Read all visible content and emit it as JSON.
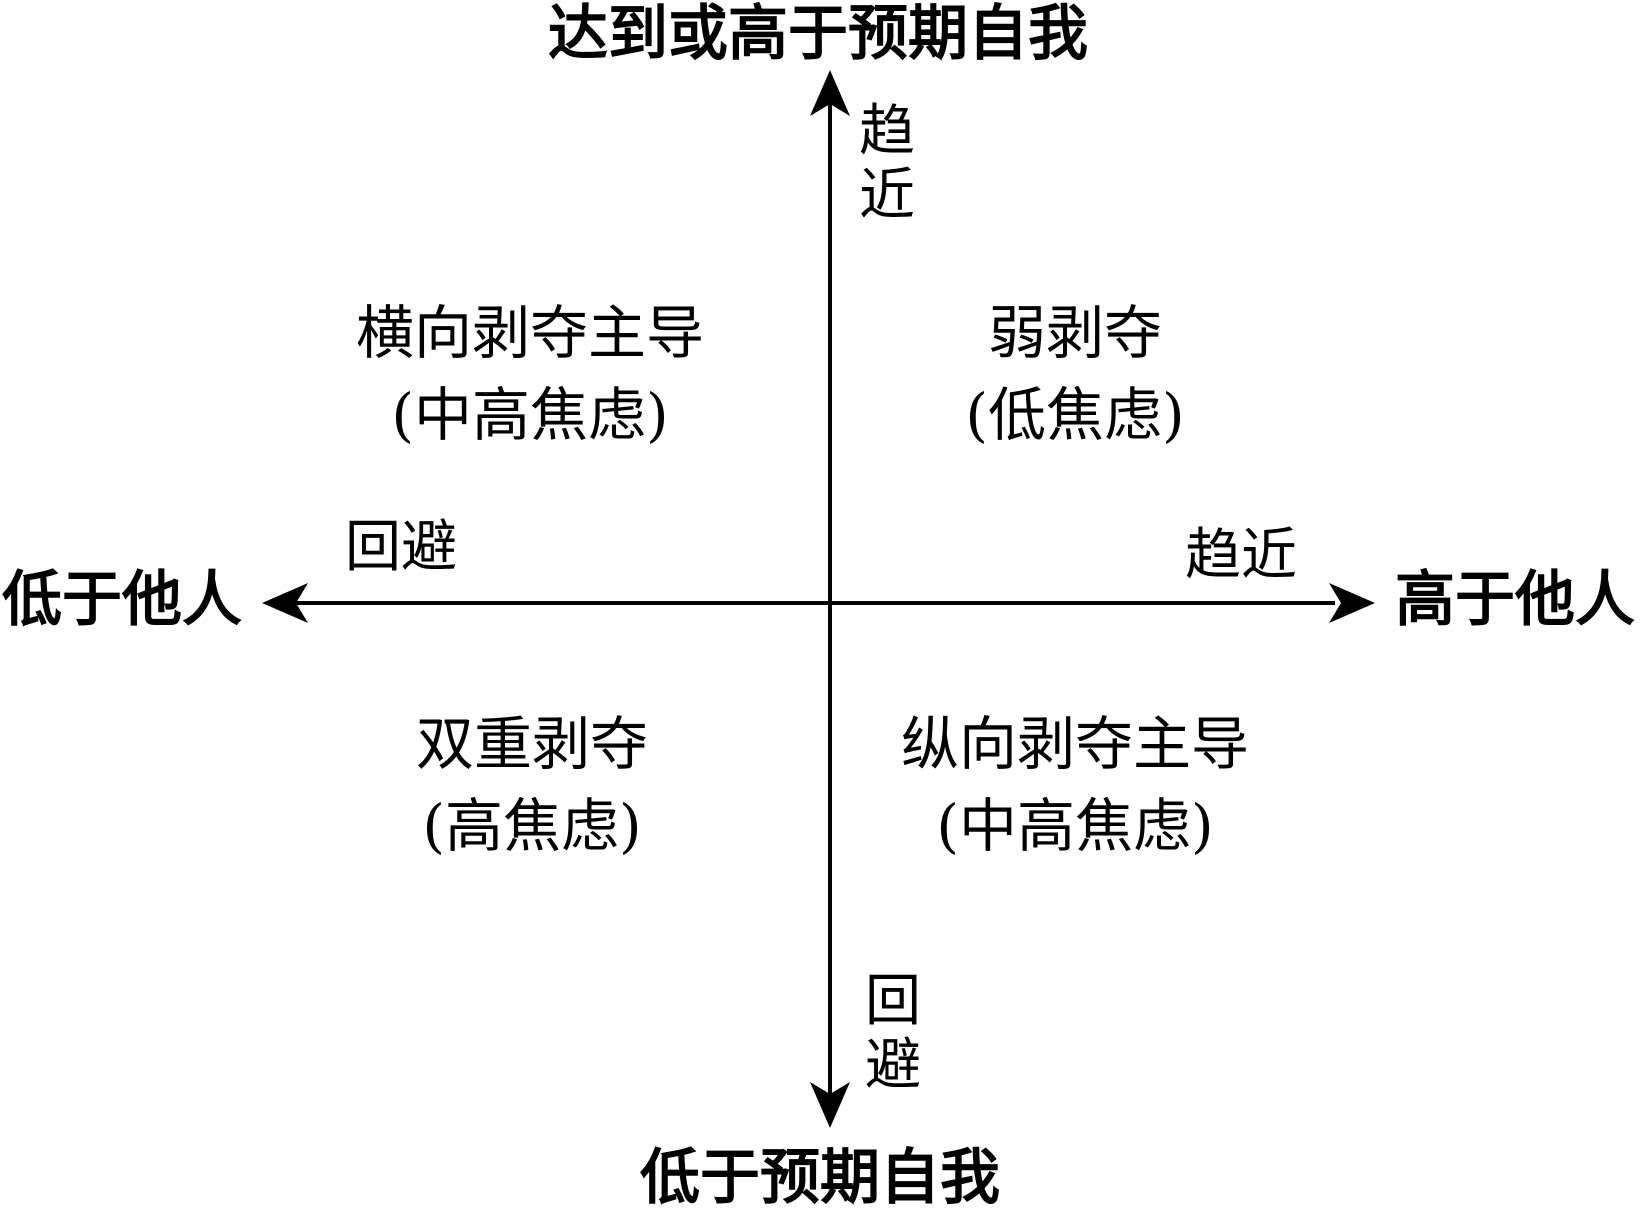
{
  "axes": {
    "top": "达到或高于预期自我",
    "bottom": "低于预期自我",
    "left": "低于他人",
    "right": "高于他人"
  },
  "directions": {
    "up": [
      "趋",
      "近"
    ],
    "down": [
      "回",
      "避"
    ],
    "left": "回避",
    "right": "趋近"
  },
  "quadrants": {
    "top_left": {
      "name": "横向剥夺主导",
      "anxiety": "(中高焦虑)"
    },
    "top_right": {
      "name": "弱剥夺",
      "anxiety": "(低焦虑)"
    },
    "bottom_left": {
      "name": "双重剥夺",
      "anxiety": "(高焦虑)"
    },
    "bottom_right": {
      "name": "纵向剥夺主导",
      "anxiety": "(中高焦虑)"
    }
  },
  "colors": {
    "ink": "#000000",
    "background": "#ffffff"
  }
}
